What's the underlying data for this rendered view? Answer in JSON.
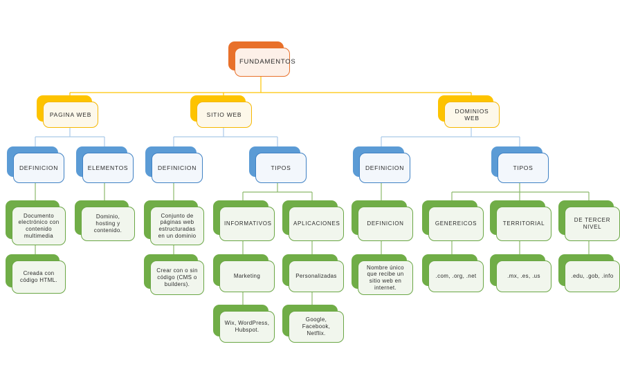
{
  "diagram": {
    "title": "FUNDAMENTOS",
    "type": "mind-map",
    "colors": {
      "root_accent": "#e8702a",
      "root_fill": "#fdf0e8",
      "level2_accent": "#fdc300",
      "level2_fill": "#fdf8ea",
      "level3_accent": "#5b9bd5",
      "level3_fill": "#f3f7fc",
      "leaf_accent": "#70ad47",
      "leaf_fill": "#f1f6ed",
      "background": "#ffffff",
      "text": "#2b2b2b"
    },
    "nodes": {
      "root": "FUNDAMENTOS",
      "pagina_web": "PAGINA WEB",
      "sitio_web": "SITIO  WEB",
      "dominios_web": "DOMINIOS WEB",
      "pw_definicion": "DEFINICION",
      "pw_elementos": "ELEMENTOS",
      "pw_def_leaf1": "Documento electrónico  con contenido multimedia",
      "pw_def_leaf2": "Creada  con código HTML.",
      "pw_elem_leaf1": "Dominio, hosting y contenido.",
      "sw_definicion": "DEFINICION",
      "sw_tipos": "TIPOS",
      "sw_def_leaf1": "Conjunto de páginas  web estructuradas  en un dominio",
      "sw_def_leaf2": "Crear  con o sin código (CMS o builders).",
      "sw_informativos": "INFORMATIVOS",
      "sw_inf_leaf1": "Marketing",
      "sw_inf_leaf2": "Wix, WordPress, Hubspot.",
      "sw_aplicaciones": "APLICACIONES",
      "sw_apl_leaf1": "Personalizadas",
      "sw_apl_leaf2": "Google, Facebook, Netflix.",
      "dw_definicion": "DEFINICION",
      "dw_tipos": "TIPOS",
      "dw_def_leaf1": "DEFINICION",
      "dw_def_leaf2": "Nombre único que recibe  un sitio web en internet.",
      "dw_genericos": "GENEREICOS",
      "dw_gen_leaf1": ".com, .org, .net",
      "dw_territorial": "TERRITORIAL",
      "dw_ter_leaf1": ".mx, .es, .us",
      "dw_tercer_nivel": "DE TERCER  NIVEL",
      "dw_tn_leaf1": ".edu, .gob, .info"
    }
  }
}
